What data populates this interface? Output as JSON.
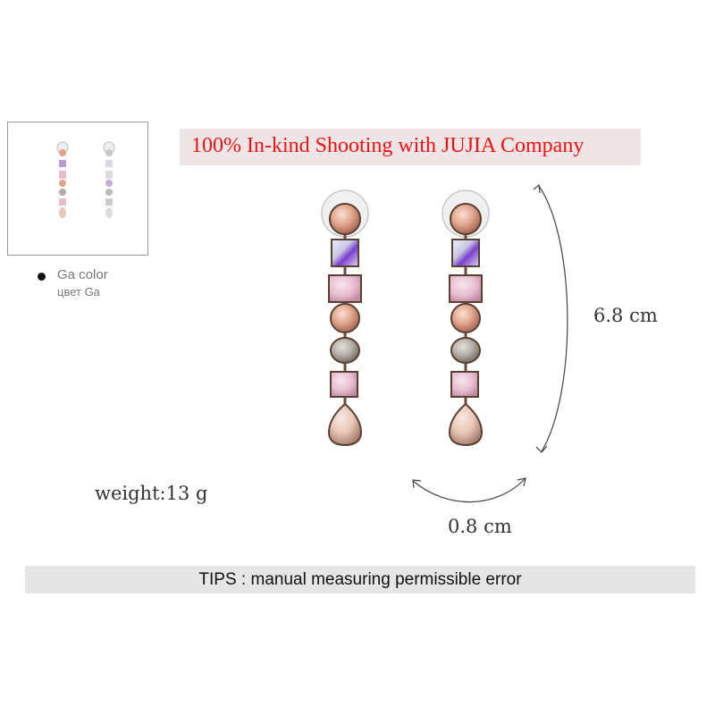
{
  "banner": {
    "text": "100% In-kind Shooting with JUJIA Company",
    "text_color": "#ee1111",
    "background": "#efe5e6"
  },
  "color_option": {
    "name_en": "Ga color",
    "name_ru": "цвет Ga"
  },
  "dimensions": {
    "length": "6.8 cm",
    "width": "0.8 cm"
  },
  "weight": "weight:13 g",
  "tips": "TIPS : manual measuring permissible error",
  "product": {
    "stones": [
      "round-peach",
      "square-iridescent",
      "rect-pink-opal",
      "round-peach",
      "oval-smoky",
      "square-pink",
      "pear-champagne"
    ],
    "stone_colors": {
      "peach": "#e0a48c",
      "pink": "#e8bcd0",
      "smoky": "#b4aea6",
      "champagne": "#e8c8b8",
      "iridescent": "#d8d8e8"
    }
  }
}
